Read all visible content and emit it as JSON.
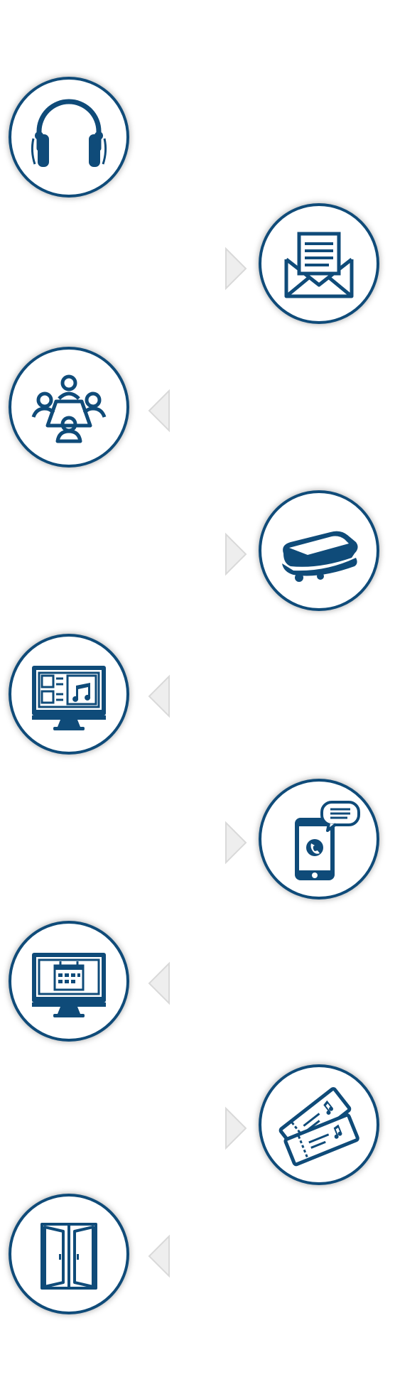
{
  "colors": {
    "ring": "#0f4b79",
    "icon": "#0f4b79",
    "arrow": "#eeeeee",
    "arrow_edge": "#d9d9d9"
  },
  "steps": [
    {
      "icon": "headphones-icon",
      "side": "left"
    },
    {
      "icon": "envelope-letter-icon",
      "side": "right"
    },
    {
      "icon": "meeting-table-icon",
      "side": "left"
    },
    {
      "icon": "sandwich-icon",
      "side": "right"
    },
    {
      "icon": "monitor-music-icon",
      "side": "left"
    },
    {
      "icon": "smartphone-chat-icon",
      "side": "right"
    },
    {
      "icon": "monitor-calendar-icon",
      "side": "left"
    },
    {
      "icon": "tickets-icon",
      "side": "right"
    },
    {
      "icon": "double-door-icon",
      "side": "left"
    }
  ]
}
